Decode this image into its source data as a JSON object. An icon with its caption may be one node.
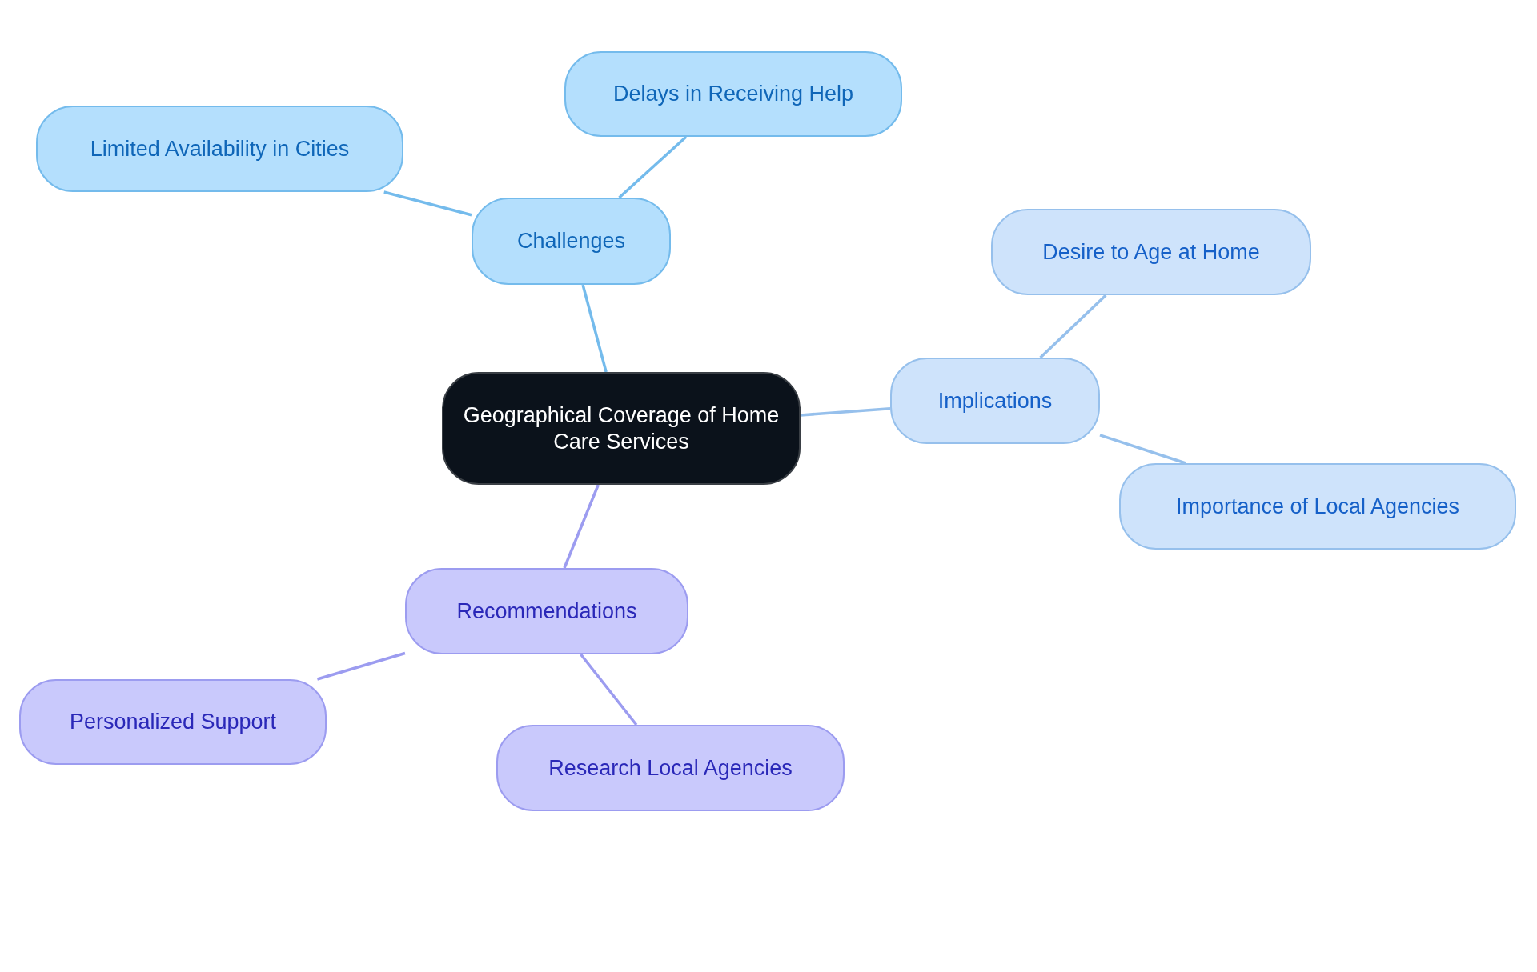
{
  "diagram": {
    "nodes": [
      {
        "text": [
          "Geographical Coverage of Home Care Services"
        ]
      },
      {
        "text": [
          "Challenges"
        ]
      },
      {
        "text": [
          "Limited Availability in Cities"
        ]
      },
      {
        "text": [
          "Delays in Receiving Help"
        ]
      },
      {
        "text": [
          "Implications"
        ]
      },
      {
        "text": [
          "Desire to Age at Home"
        ]
      },
      {
        "text": [
          "Importance of Local Agencies"
        ]
      },
      {
        "text": [
          "Recommendations"
        ]
      },
      {
        "text": [
          "Personalized Support"
        ]
      },
      {
        "text": [
          "Research Local Agencies"
        ]
      }
    ],
    "edges": [
      {
        "from": 0,
        "to": 1,
        "arrow": "none",
        "color": "#74bbec"
      },
      {
        "from": 1,
        "to": 2,
        "arrow": "none",
        "color": "#74bbec"
      },
      {
        "from": 1,
        "to": 3,
        "arrow": "none",
        "color": "#74bbec"
      },
      {
        "from": 0,
        "to": 4,
        "arrow": "none",
        "color": "#96c0ec"
      },
      {
        "from": 4,
        "to": 5,
        "arrow": "none",
        "color": "#96c0ec"
      },
      {
        "from": 4,
        "to": 6,
        "arrow": "none",
        "color": "#96c0ec"
      },
      {
        "from": 0,
        "to": 7,
        "arrow": "none",
        "color": "#9c9cf0"
      },
      {
        "from": 7,
        "to": 8,
        "arrow": "none",
        "color": "#9c9cf0"
      },
      {
        "from": 7,
        "to": 9,
        "arrow": "none",
        "color": "#9c9cf0"
      }
    ]
  }
}
